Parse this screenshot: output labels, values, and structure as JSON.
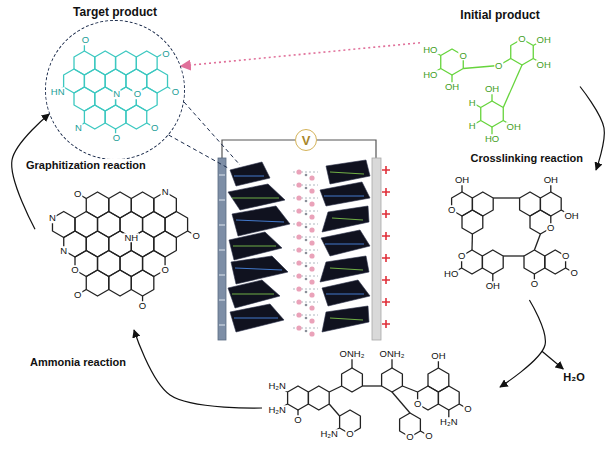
{
  "diagram": {
    "nodes": [
      {
        "text": [
          "Target product",
          "O",
          "O",
          "HN",
          "O",
          "N",
          "N",
          "O",
          "O",
          "O"
        ]
      },
      {
        "text": [
          "Initial product",
          "HO",
          "HO",
          "OH",
          "O",
          "O",
          "OH",
          "O",
          "OH",
          "OH",
          "H",
          "H",
          "HO",
          "OH"
        ]
      },
      {
        "text": [
          "OH",
          "OH",
          "OH",
          "O",
          "O",
          "HO",
          "O",
          "OH",
          "O",
          "O",
          "O"
        ]
      },
      {
        "text": [
          "ONH₂",
          "ONH₂",
          "H₂N",
          "OH",
          "H₂N",
          "O",
          "H₂N",
          "O",
          "O",
          "O",
          "H₂N",
          "O",
          "O"
        ]
      },
      {
        "text": [
          "N",
          "N",
          "O",
          "NH",
          "O",
          "O",
          "N",
          "O",
          "O",
          "O"
        ]
      },
      {
        "text": [
          "V"
        ]
      }
    ],
    "edges": [
      {
        "from": 1,
        "to": 2,
        "arrow": "to",
        "label": "Crosslinking reaction"
      },
      {
        "from": 2,
        "to": 3,
        "arrow": "to",
        "label": "H₂O"
      },
      {
        "from": 3,
        "to": 4,
        "arrow": "to",
        "label": "Ammonia reaction"
      },
      {
        "from": 4,
        "to": 0,
        "arrow": "to",
        "label": "Graphitization reaction"
      },
      {
        "from": 1,
        "to": 0,
        "arrow": "to"
      }
    ]
  }
}
